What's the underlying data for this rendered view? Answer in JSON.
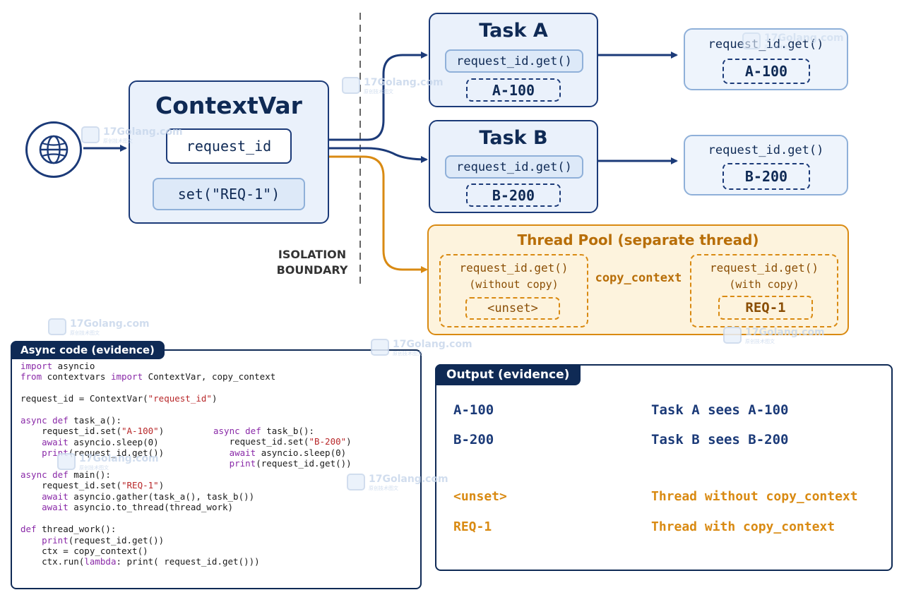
{
  "context": {
    "title": "ContextVar",
    "var_name": "request_id",
    "set_call": "set(\"REQ-1\")"
  },
  "boundary": {
    "line1": "ISOLATION",
    "line2": "BOUNDARY"
  },
  "task_a": {
    "title": "Task A",
    "call": "request_id.get()",
    "value": "A-100"
  },
  "task_b": {
    "title": "Task B",
    "call": "request_id.get()",
    "value": "B-200"
  },
  "result_a": {
    "call": "request_id.get()",
    "value": "A-100"
  },
  "result_b": {
    "call": "request_id.get()",
    "value": "B-200"
  },
  "thread_pool": {
    "title": "Thread Pool (separate thread)",
    "left_call": "request_id.get()",
    "left_note": "(without copy)",
    "left_value": "<unset>",
    "arrow_label": "copy_context",
    "right_call": "request_id.get()",
    "right_note": "(with copy)",
    "right_value": "REQ-1"
  },
  "code_panel": {
    "title": "Async code (evidence)"
  },
  "output_panel": {
    "title": "Output (evidence)",
    "rows": [
      {
        "value": "A-100",
        "result": "Task A sees A-100",
        "color": "#1b3a78"
      },
      {
        "value": "B-200",
        "result": "Task B sees B-200",
        "color": "#1b3a78"
      },
      {
        "value": "<unset>",
        "result": "Thread without copy_context",
        "color": "#d98a12"
      },
      {
        "value": "REQ-1",
        "result": "Thread with copy_context",
        "color": "#d98a12"
      }
    ]
  },
  "watermark": {
    "text": "17Golang.com",
    "sub": "原创技术图文"
  },
  "colors": {
    "navy": "#1b3a78",
    "orange": "#d98a12",
    "light_blue": "#eaf1fb"
  },
  "icons": {
    "globe": "globe-icon"
  }
}
